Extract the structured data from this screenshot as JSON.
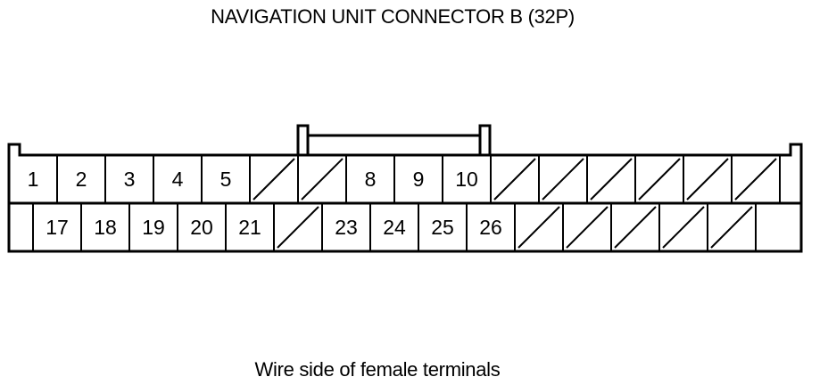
{
  "title": "NAVIGATION UNIT CONNECTOR B (32P)",
  "caption": "Wire side of female terminals",
  "connector": {
    "row1": [
      "1",
      "2",
      "3",
      "4",
      "5",
      "",
      "",
      "8",
      "9",
      "10",
      "",
      "",
      "",
      "",
      "",
      ""
    ],
    "row2": [
      "",
      "17",
      "18",
      "19",
      "20",
      "21",
      "",
      "23",
      "24",
      "25",
      "26",
      "",
      "",
      "",
      "",
      ""
    ]
  }
}
